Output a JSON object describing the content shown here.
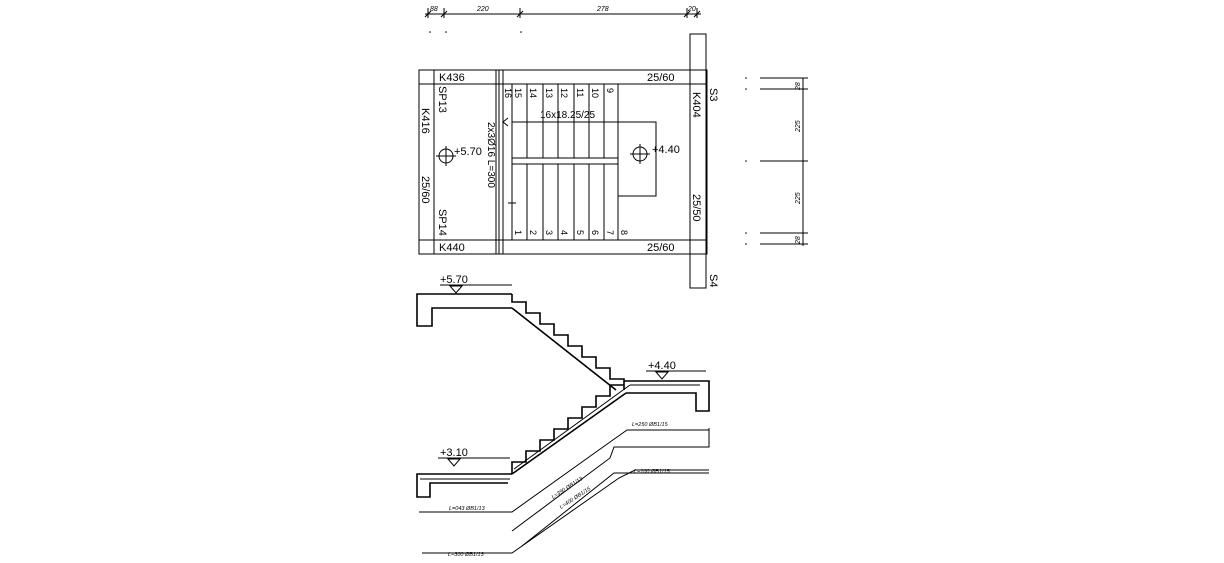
{
  "dimensions": {
    "top": [
      "88",
      "220",
      "278",
      "20"
    ],
    "right": [
      "28",
      "225",
      "225",
      "28"
    ]
  },
  "plan": {
    "beam_top_id": "K436",
    "beam_top_size": "25/60",
    "beam_bottom_id": "K440",
    "beam_bottom_size": "25/60",
    "beam_left_id": "K416",
    "beam_left_size": "25/60",
    "beam_right_id": "K404",
    "beam_right_size": "25/50",
    "pile_top_left": "SP13",
    "pile_bottom_left": "SP14",
    "column_top_right": "S3",
    "column_bottom_right": "S4",
    "stair_spec": "16x18.25/25",
    "rebar_note": "2x3Ø16 L=300",
    "level_left": "+5.70",
    "level_right": "+4.40",
    "steps_bottom": [
      "1",
      "2",
      "3",
      "4",
      "5",
      "6",
      "7",
      "8"
    ],
    "steps_top": [
      "16",
      "15",
      "14",
      "13",
      "12",
      "11",
      "10",
      "9"
    ]
  },
  "section": {
    "level_top": "+5.70",
    "level_mid": "+4.40",
    "level_bottom": "+3.10"
  },
  "rebar": {
    "r1": "L=250 ØB1/15",
    "r2": "L=100 ØB1/15",
    "r3": "L=390 ØB1/13",
    "r4": "L=043 ØB1/13",
    "r5": "L=400 ØB1/15",
    "r6": "L=300 ØB1/13"
  }
}
